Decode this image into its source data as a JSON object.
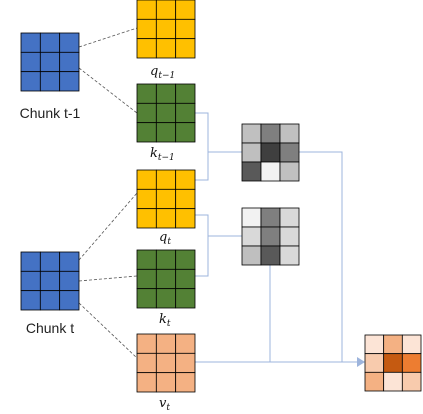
{
  "colors": {
    "chunk": "#4472c4",
    "query": "#ffc000",
    "key": "#538135",
    "value": "#f4b183",
    "grid_line": "#000000",
    "connector": "#9db4dc",
    "dashed": "#555555"
  },
  "labels": {
    "chunk_prev": "Chunk t-1",
    "chunk_curr": "Chunk t",
    "q_prev": {
      "base": "q",
      "sub": "t−1"
    },
    "k_prev": {
      "base": "k",
      "sub": "t−1"
    },
    "q_curr": {
      "base": "q",
      "sub": "t"
    },
    "k_curr": {
      "base": "k",
      "sub": "t"
    },
    "v_curr": {
      "base": "v",
      "sub": "t"
    }
  },
  "attention_maps": {
    "prev_scores": [
      "#c0c0c0",
      "#7f7f7f",
      "#c0c0c0",
      "#bfbfbf",
      "#3f3f3f",
      "#7f7f7f",
      "#595959",
      "#f2f2f2",
      "#c0c0c0"
    ],
    "curr_scores": [
      "#f2f2f2",
      "#7f7f7f",
      "#d9d9d9",
      "#d9d9d9",
      "#7f7f7f",
      "#d9d9d9",
      "#bfbfbf",
      "#595959",
      "#d9d9d9"
    ],
    "output": [
      "#fce4d6",
      "#f4b183",
      "#fce4d6",
      "#f8cbad",
      "#c55a11",
      "#ed7d31",
      "#f4b183",
      "#fce4d6",
      "#f8cbad"
    ]
  }
}
